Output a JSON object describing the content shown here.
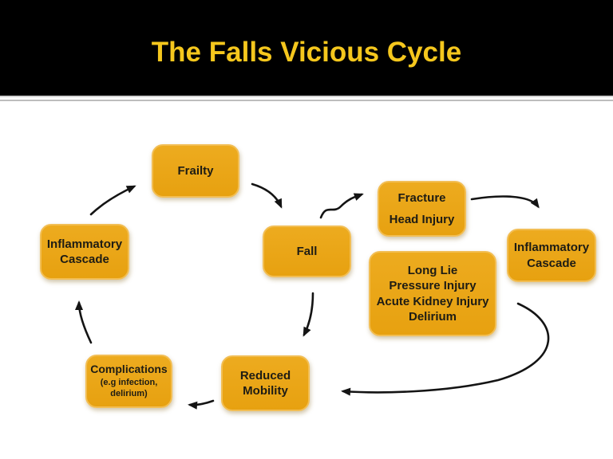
{
  "slide": {
    "title": "The Falls Vicious Cycle",
    "colors": {
      "header_bg": "#000000",
      "title_text": "#F5C71D",
      "node_fill": "#E9A516",
      "node_border": "#F2BE54",
      "node_text": "#1E1C14",
      "arrow": "#141414",
      "body_bg": "#FFFFFF"
    }
  },
  "diagram": {
    "nodes": {
      "frailty": {
        "label": "Frailty"
      },
      "fall": {
        "label": "Fall"
      },
      "fracture": {
        "line1": "Fracture",
        "line2": "Head Injury"
      },
      "inflammatory_right": {
        "line1": "Inflammatory",
        "line2": "Cascade"
      },
      "long_lie": {
        "line1": "Long Lie",
        "line2": "Pressure Injury",
        "line3": "Acute Kidney Injury",
        "line4": "Delirium"
      },
      "inflammatory_left": {
        "line1": "Inflammatory",
        "line2": "Cascade"
      },
      "complications": {
        "label": "Complications",
        "note_line1": "(e.g infection,",
        "note_line2": "delirium)"
      },
      "reduced_mobility": {
        "line1": "Reduced",
        "line2": "Mobility"
      }
    },
    "edges": [
      {
        "from": "inflammatory_left",
        "to": "frailty"
      },
      {
        "from": "frailty",
        "to": "fall"
      },
      {
        "from": "fall",
        "to": "fracture"
      },
      {
        "from": "fracture",
        "to": "inflammatory_right"
      },
      {
        "from": "inflammatory_right",
        "to": "reduced_mobility"
      },
      {
        "from": "fall",
        "to": "reduced_mobility"
      },
      {
        "from": "reduced_mobility",
        "to": "complications"
      },
      {
        "from": "complications",
        "to": "inflammatory_left"
      }
    ]
  }
}
